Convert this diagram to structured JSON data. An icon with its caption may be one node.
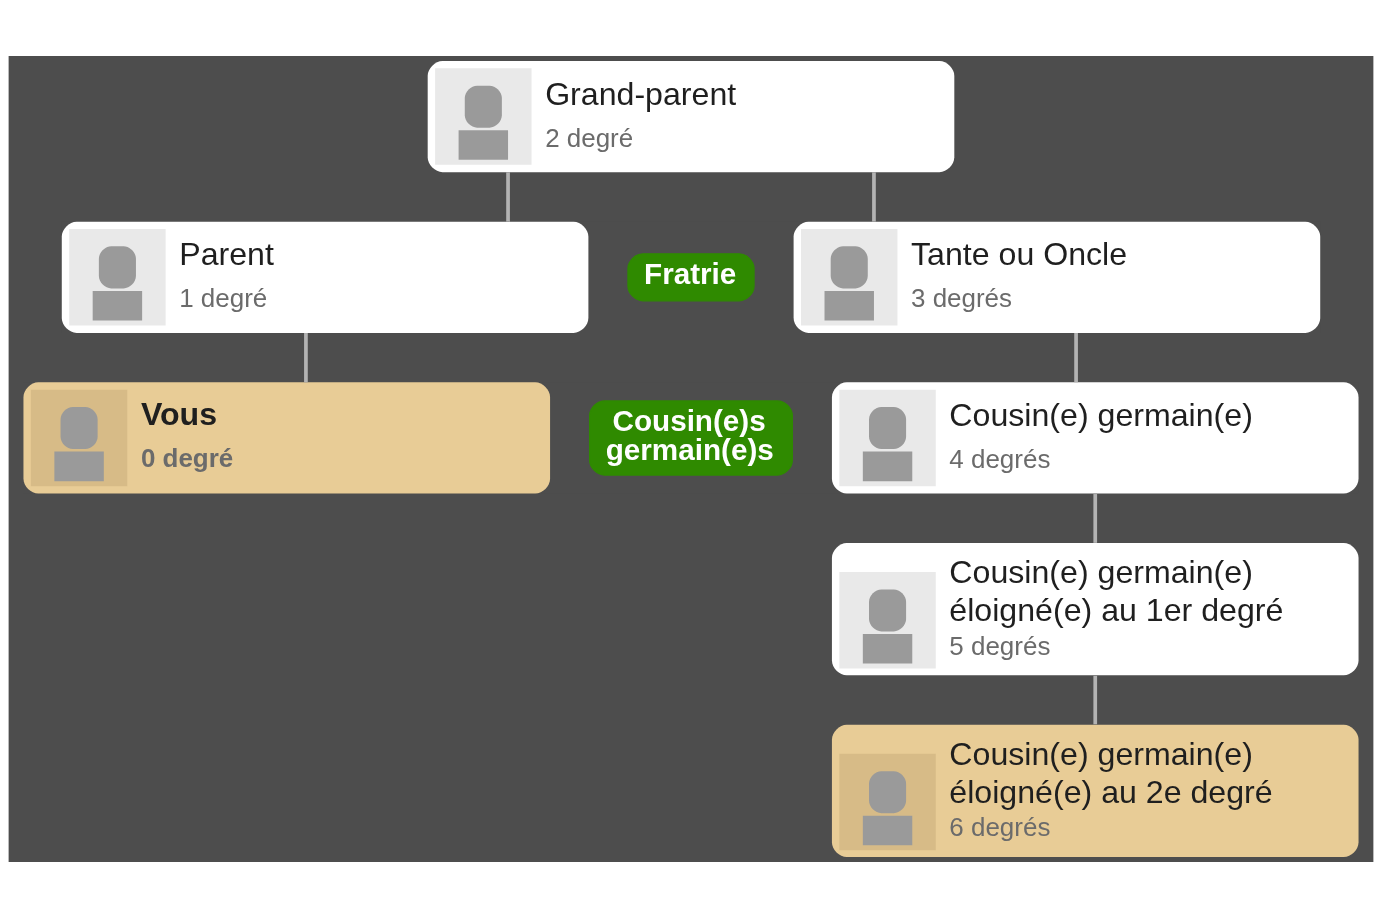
{
  "diagram": {
    "nodes": [
      {
        "text": [
          "Grand-parent",
          "2 degré"
        ]
      },
      {
        "text": [
          "Parent",
          "1 degré"
        ]
      },
      {
        "text": [
          "Fratrie"
        ]
      },
      {
        "text": [
          "Tante ou Oncle",
          "3 degrés"
        ]
      },
      {
        "text": [
          "Vous",
          "0 degré"
        ]
      },
      {
        "text": [
          "Cousin(e)s germain(e)s"
        ]
      },
      {
        "text": [
          "Cousin(e) germain(e)",
          "4 degrés"
        ]
      },
      {
        "text": [
          "Cousin(e) germain(e) éloigné(e) au 1er degré",
          "5 degrés"
        ]
      },
      {
        "text": [
          "Cousin(e) germain(e) éloigné(e) au 2e degré",
          "6 degrés"
        ]
      }
    ],
    "edges": [
      {
        "from": 0,
        "to": 1,
        "arrow": "none"
      },
      {
        "from": 0,
        "to": 3,
        "arrow": "none"
      },
      {
        "from": 1,
        "to": 4,
        "arrow": "none"
      },
      {
        "from": 3,
        "to": 6,
        "arrow": "none"
      },
      {
        "from": 6,
        "to": 7,
        "arrow": "none"
      },
      {
        "from": 7,
        "to": 8,
        "arrow": "none"
      }
    ]
  }
}
